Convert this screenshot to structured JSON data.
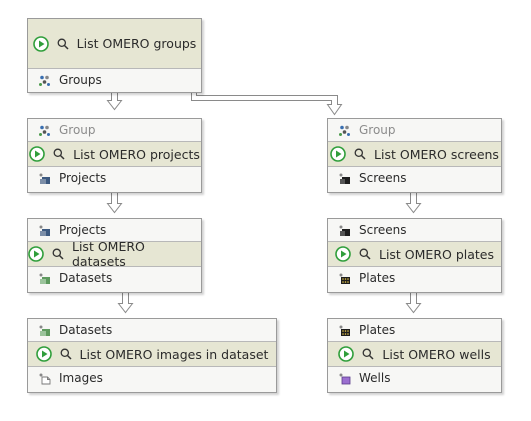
{
  "nodes": {
    "groups": {
      "action": "List OMERO groups",
      "output": "Groups"
    },
    "projects": {
      "input": "Group",
      "action": "List OMERO projects",
      "output": "Projects"
    },
    "screens": {
      "input": "Group",
      "action": "List OMERO screens",
      "output": "Screens"
    },
    "datasets": {
      "input": "Projects",
      "action": "List OMERO datasets",
      "output": "Datasets"
    },
    "plates": {
      "input": "Screens",
      "action": "List OMERO plates",
      "output": "Plates"
    },
    "images": {
      "input": "Datasets",
      "action": "List OMERO images in dataset",
      "output": "Images"
    },
    "wells": {
      "input": "Plates",
      "action": "List OMERO wells",
      "output": "Wells"
    }
  },
  "icons": {
    "run": "play-circle-icon",
    "search": "magnifier-icon",
    "group": "group-icon",
    "project": "project-icon",
    "screen": "screen-icon",
    "dataset": "dataset-icon",
    "plate": "plate-icon",
    "image": "image-icon",
    "well": "well-icon"
  },
  "colors": {
    "action_bg": "#e6e6d3",
    "run_green": "#2f9e3a",
    "node_border": "#9a9a9a",
    "edge": "#8a8a8a"
  }
}
